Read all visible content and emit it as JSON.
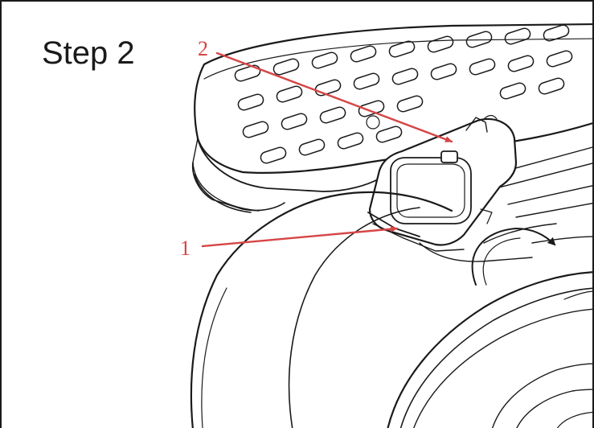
{
  "title": "Step 2",
  "callouts": [
    {
      "label": "2",
      "target": "release-button"
    },
    {
      "label": "1",
      "target": "slot"
    }
  ],
  "colors": {
    "line": "#1a1a1a",
    "callout": "#d64545",
    "background": "#ffffff"
  }
}
